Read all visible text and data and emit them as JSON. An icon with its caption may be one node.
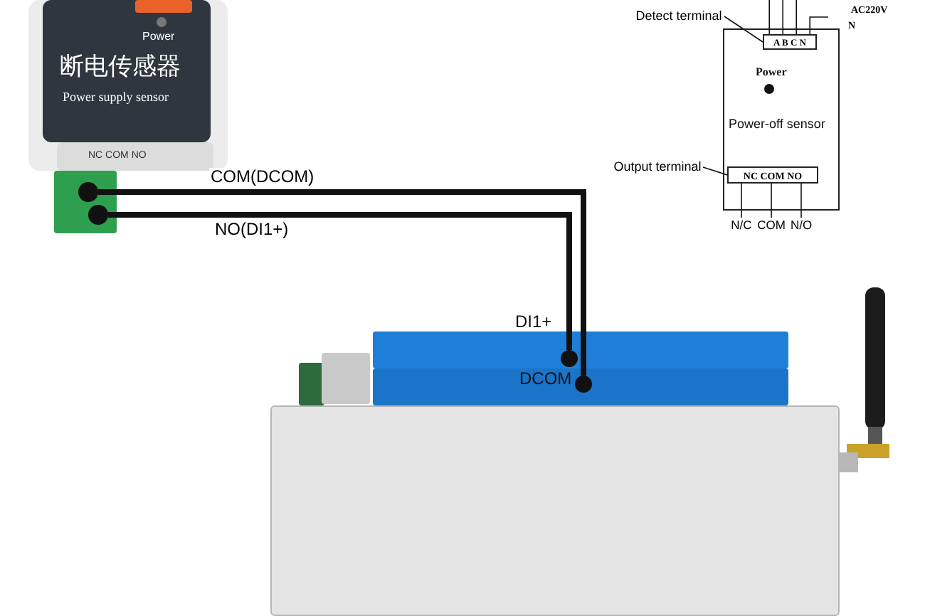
{
  "diagram": {
    "nodes": [
      {
        "text": [
          "Power",
          "断电传感器",
          "Power supply sensor",
          "NC COM NO"
        ]
      },
      {
        "text": [],
        "shape": "circle"
      },
      {
        "text": [],
        "shape": "circle"
      },
      {
        "text": [],
        "shape": "box"
      },
      {
        "text": [],
        "shape": "circle",
        "beside": [
          "DI1+"
        ]
      },
      {
        "text": [],
        "shape": "circle",
        "beside": [
          "DCOM"
        ]
      },
      {
        "text": [
          "Power",
          "Power-off sensor"
        ]
      },
      {
        "text": [
          "A B C N"
        ],
        "in": 6
      },
      {
        "text": [
          "NC COM NO"
        ],
        "in": 6
      },
      {
        "text": [
          "Detect terminal"
        ]
      },
      {
        "text": [
          "Output terminal"
        ]
      },
      {
        "text": [
          "N/C"
        ]
      },
      {
        "text": [
          "COM"
        ]
      },
      {
        "text": [
          "N/O"
        ]
      }
    ],
    "edges": [
      {
        "from": 1,
        "to": 5,
        "arrow": "none",
        "label": "COM(DCOM)",
        "style": "thick"
      },
      {
        "from": 2,
        "to": 4,
        "arrow": "none",
        "label": "NO(DI1+)",
        "style": "thick"
      },
      {
        "from": 9,
        "to": 7,
        "arrow": "none"
      },
      {
        "from": 10,
        "to": 8,
        "arrow": "none"
      },
      {
        "from": 8,
        "to": 11,
        "arrow": "none"
      },
      {
        "from": 8,
        "to": 12,
        "arrow": "none"
      },
      {
        "from": 8,
        "to": 13,
        "arrow": "none"
      },
      {
        "from": 7,
        "to": null,
        "arrow": "none"
      },
      {
        "from": 7,
        "to": null,
        "arrow": "none"
      },
      {
        "from": 7,
        "to": null,
        "arrow": "none"
      },
      {
        "from": 7,
        "to": null,
        "arrow": "none"
      }
    ],
    "labels": [
      "AC220V",
      "N"
    ]
  }
}
